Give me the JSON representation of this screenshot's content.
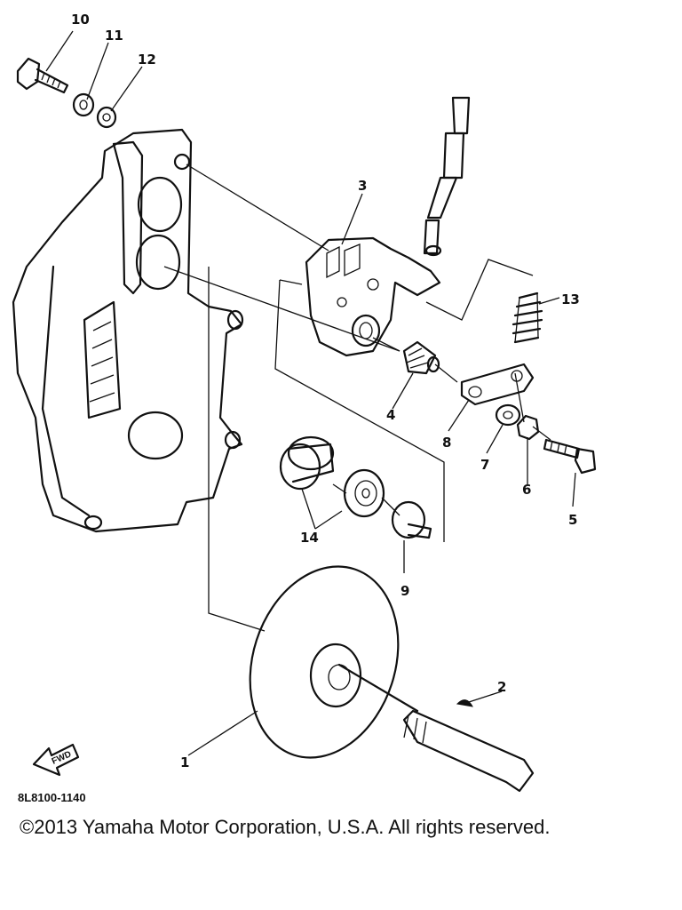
{
  "callouts": {
    "c1": "1",
    "c2": "2",
    "c3": "3",
    "c4": "4",
    "c5": "5",
    "c6": "6",
    "c7": "7",
    "c8": "8",
    "c9": "9",
    "c10": "10",
    "c11": "11",
    "c12": "12",
    "c13": "13",
    "c14": "14"
  },
  "fwd_label": "FWD",
  "diagram_code": "8L8100-1140",
  "copyright": "©2013 Yamaha Motor Corporation, U.S.A. All rights reserved.",
  "colors": {
    "ink": "#111111",
    "paper": "#ffffff"
  }
}
